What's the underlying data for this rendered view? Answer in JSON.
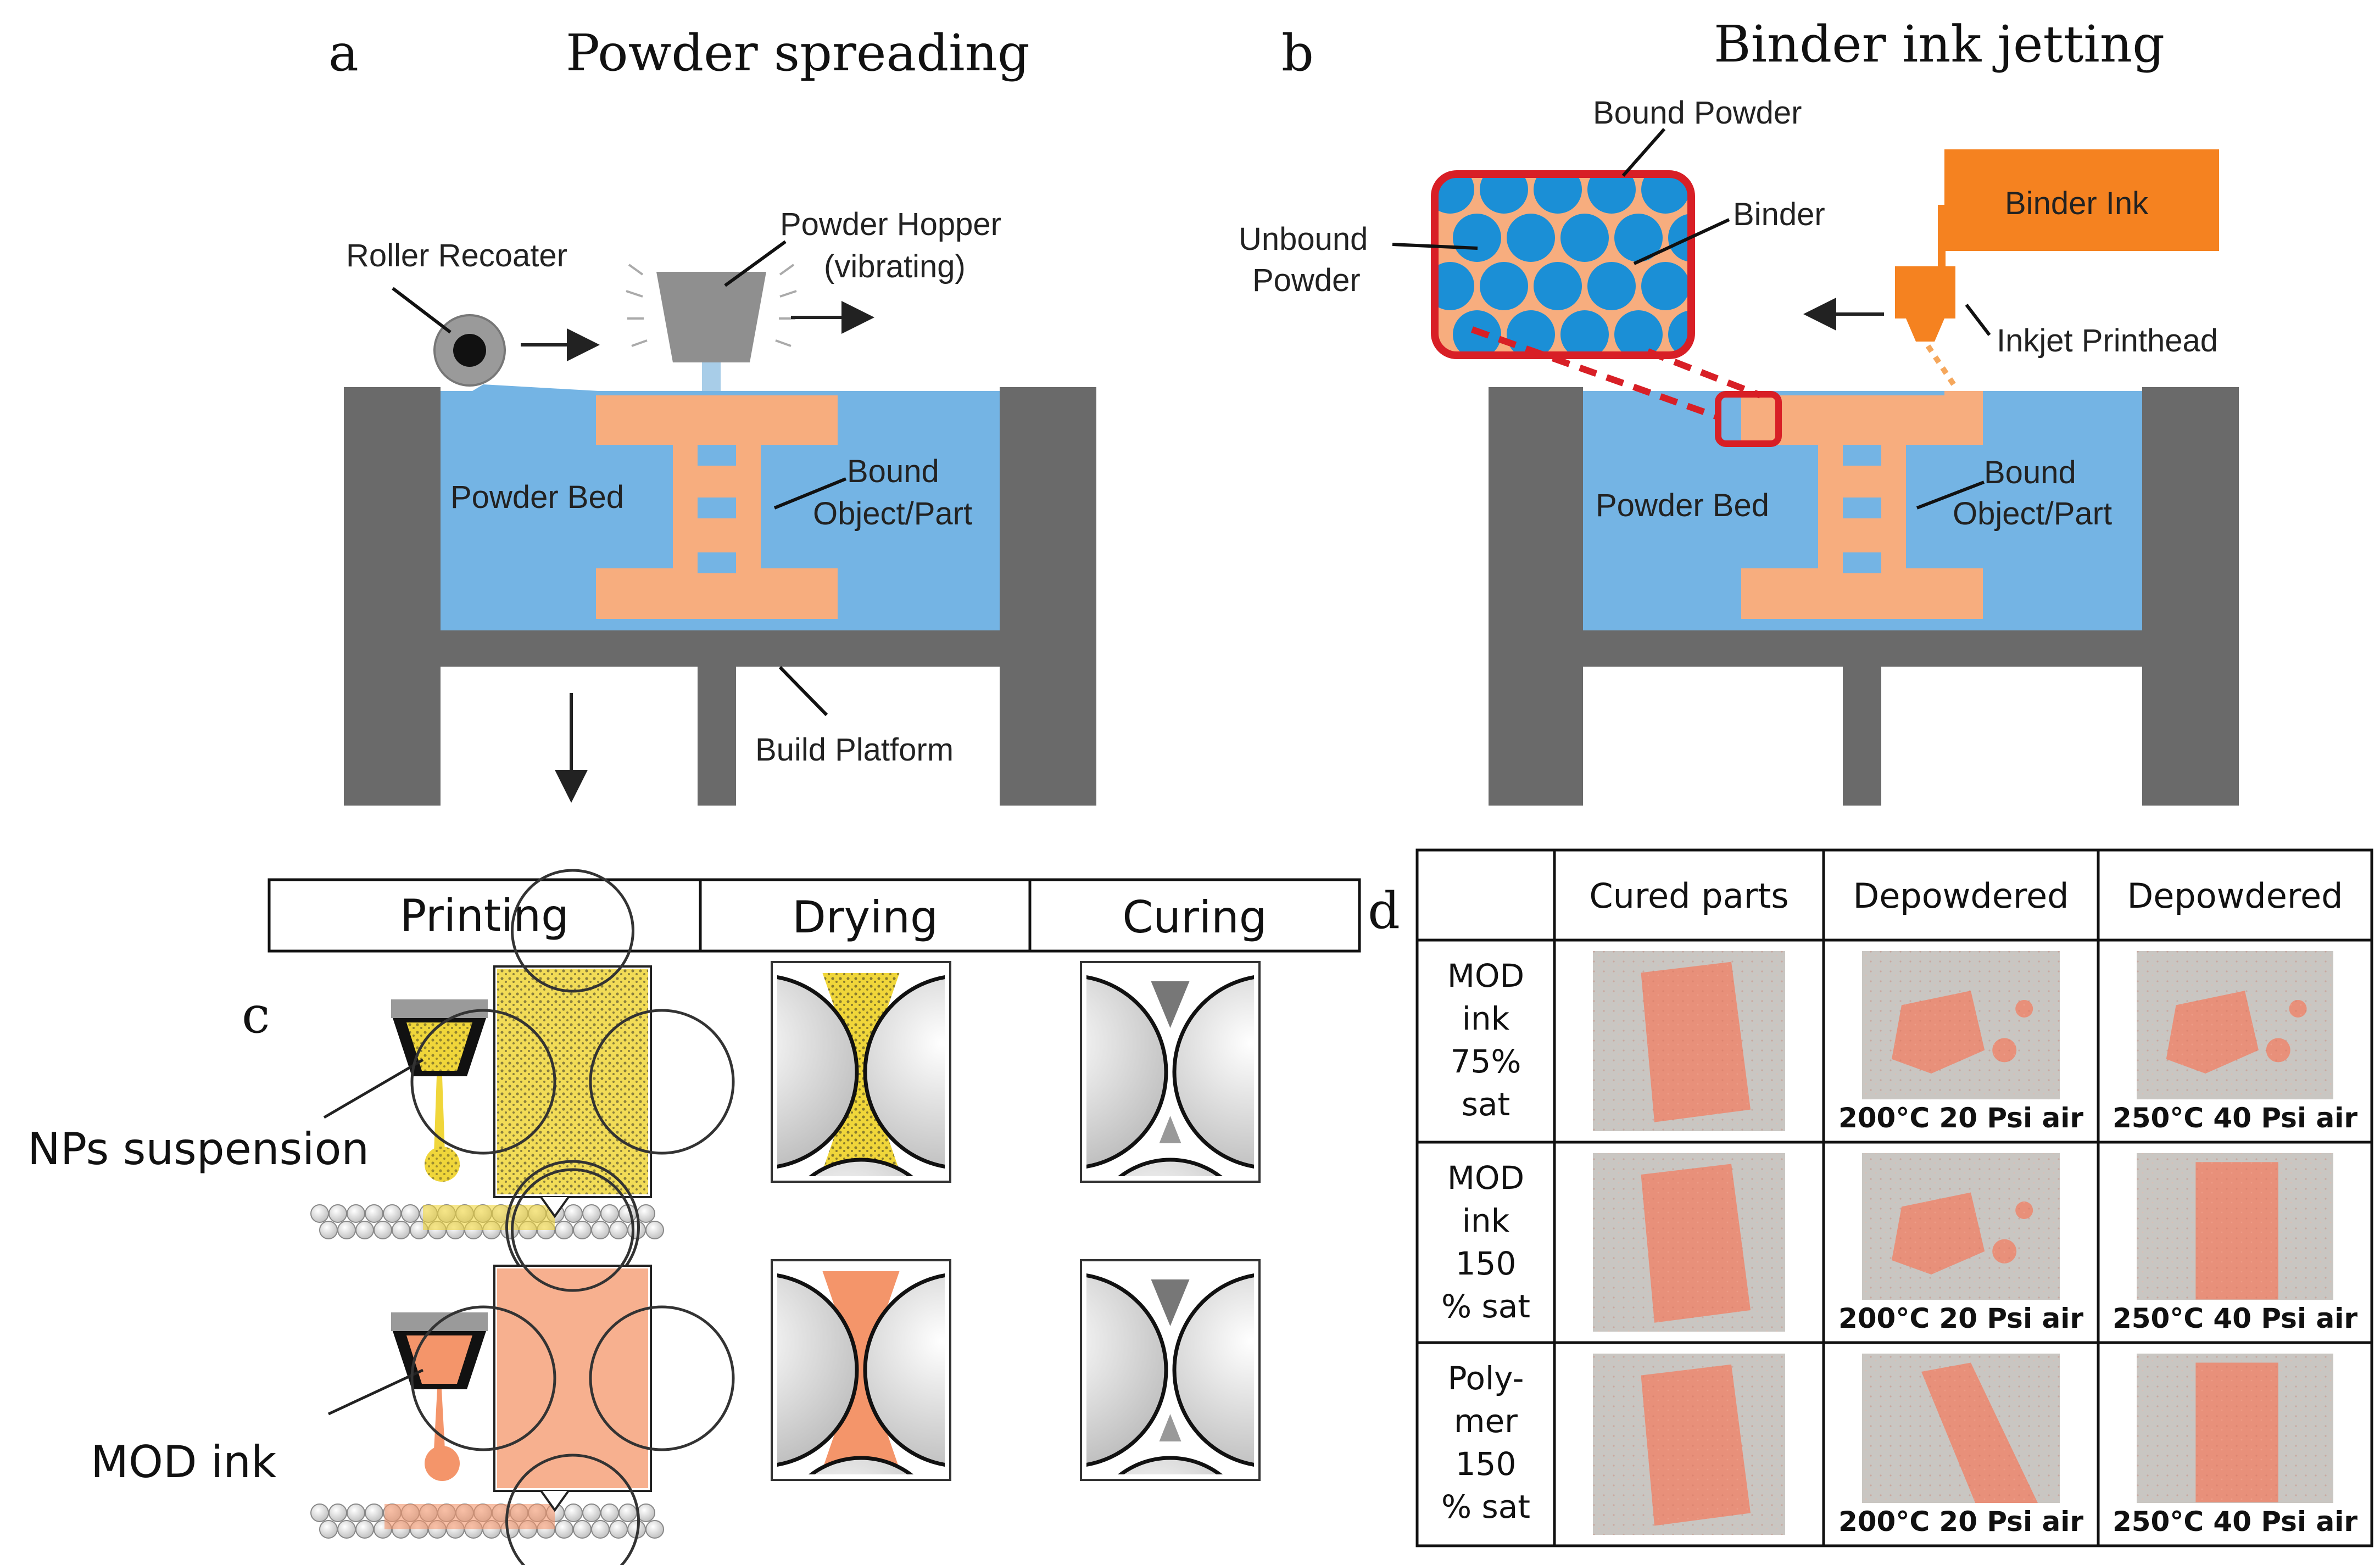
{
  "panel_a": {
    "letter": "a",
    "title": "Powder spreading",
    "labels": {
      "roller": "Roller Recoater",
      "hopper_1": "Powder Hopper",
      "hopper_2": "(vibrating)",
      "bed": "Powder Bed",
      "bound_1": "Bound",
      "bound_2": "Object/Part",
      "platform": "Build Platform"
    }
  },
  "panel_b": {
    "letter": "b",
    "title": "Binder ink jetting",
    "labels": {
      "bound_powder": "Bound Powder",
      "binder": "Binder",
      "unbound_1": "Unbound",
      "unbound_2": "Powder",
      "binder_ink": "Binder Ink",
      "printhead": "Inkjet Printhead",
      "bed": "Powder Bed",
      "bound_1": "Bound",
      "bound_2": "Object/Part"
    }
  },
  "panel_c": {
    "letter": "c",
    "headers": [
      "Printing",
      "Drying",
      "Curing"
    ],
    "row1_label": "NPs suspension",
    "row2_label": "MOD ink",
    "colors": {
      "nps": "#f0d63a",
      "mod": "#f4956a",
      "particle": "#d7d7d7"
    }
  },
  "panel_d": {
    "letter": "d",
    "headers": [
      "",
      "Cured parts",
      "Depowdered",
      "Depowdered"
    ],
    "rows": [
      {
        "label": [
          "MOD",
          "ink",
          "75%",
          "sat"
        ],
        "captions": [
          "",
          "200°C 20 Psi air",
          "250°C 40 Psi air"
        ]
      },
      {
        "label": [
          "MOD",
          "ink",
          "150",
          "% sat"
        ],
        "captions": [
          "",
          "200°C 20 Psi air",
          "250°C 40 Psi air"
        ]
      },
      {
        "label": [
          "Poly-",
          "mer",
          "150",
          "% sat"
        ],
        "captions": [
          "",
          "200°C 20 Psi air",
          "250°C 40 Psi air"
        ]
      }
    ],
    "colors": {
      "part": "#e8907a",
      "floor": "#c9c6c2"
    }
  },
  "colors": {
    "powder": "#74b4e4",
    "part": "#f7ad7e",
    "wall": "#6a6a6a",
    "ink": "#f58220",
    "highlight": "#d81f26",
    "particle_blue": "#1b8fd6"
  }
}
